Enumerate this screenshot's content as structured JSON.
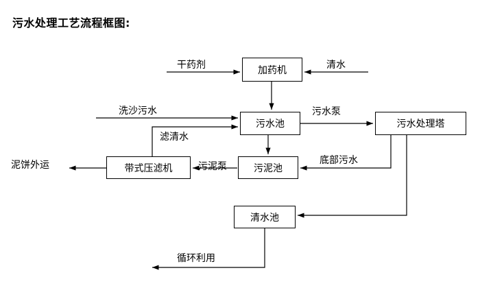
{
  "title": "污水处理工艺流程框图:",
  "colors": {
    "background": "#ffffff",
    "line": "#000000",
    "text": "#000000",
    "box_border": "#000000",
    "box_fill": "#ffffff"
  },
  "diagram": {
    "type": "process-flow-block-diagram",
    "nodes": [
      {
        "id": "dosing_machine",
        "label": "加药机"
      },
      {
        "id": "sewage_pool",
        "label": "污水池"
      },
      {
        "id": "treatment_tower",
        "label": "污水处理塔"
      },
      {
        "id": "belt_filter",
        "label": "带式压滤机"
      },
      {
        "id": "sludge_pool",
        "label": "污泥池"
      },
      {
        "id": "clean_pool",
        "label": "清水池"
      }
    ],
    "inputs": [
      {
        "id": "dry_agent",
        "label": "干药剂",
        "target": "dosing_machine"
      },
      {
        "id": "clear_water",
        "label": "清水",
        "target": "dosing_machine"
      },
      {
        "id": "sand_wash",
        "label": "洗沙污水",
        "target": "sewage_pool"
      }
    ],
    "outputs": [
      {
        "id": "mud_cake_out",
        "label": "泥饼外运",
        "source": "belt_filter"
      },
      {
        "id": "recycle_use",
        "label": "循环利用",
        "source": "clean_pool"
      }
    ],
    "edges": [
      {
        "id": "e_dose_to_sewage",
        "from": "dosing_machine",
        "to": "sewage_pool",
        "label": ""
      },
      {
        "id": "e_sewage_to_tower",
        "from": "sewage_pool",
        "to": "treatment_tower",
        "label": "污水泵"
      },
      {
        "id": "e_sewage_to_sludge",
        "from": "sewage_pool",
        "to": "sludge_pool",
        "label": ""
      },
      {
        "id": "e_sludge_to_belt",
        "from": "sludge_pool",
        "to": "belt_filter",
        "label": "污泥泵"
      },
      {
        "id": "e_belt_to_sewage",
        "from": "belt_filter",
        "to": "sewage_pool",
        "label": "滤清水"
      },
      {
        "id": "e_tower_to_sludge",
        "from": "treatment_tower",
        "to": "sludge_pool",
        "label": "底部污水"
      },
      {
        "id": "e_tower_to_clean",
        "from": "treatment_tower",
        "to": "clean_pool",
        "label": ""
      }
    ]
  }
}
